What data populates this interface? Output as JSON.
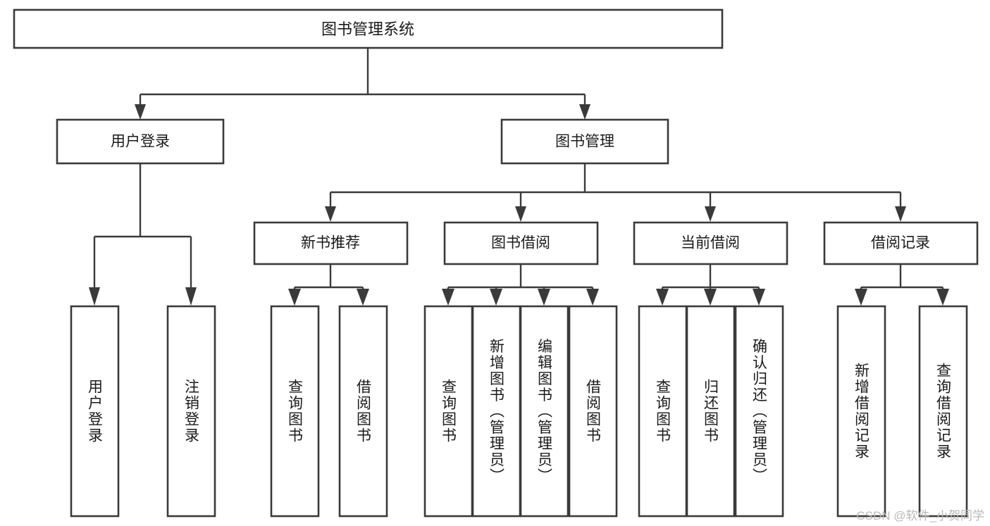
{
  "diagram": {
    "title": "图书管理系统",
    "type": "tree-hierarchy",
    "root": {
      "label": "图书管理系统"
    },
    "level1": [
      {
        "label": "用户登录"
      },
      {
        "label": "图书管理"
      }
    ],
    "level2": [
      {
        "label": "新书推荐"
      },
      {
        "label": "图书借阅"
      },
      {
        "label": "当前借阅"
      },
      {
        "label": "借阅记录"
      }
    ],
    "leaves": {
      "user_login": [
        {
          "label": "用户登录"
        },
        {
          "label": "注销登录"
        }
      ],
      "new_book_recommend": [
        {
          "label": "查询图书"
        },
        {
          "label": "借阅图书"
        }
      ],
      "book_borrow": [
        {
          "label": "查询图书"
        },
        {
          "label": "新增图书（管理员）"
        },
        {
          "label": "编辑图书（管理员）"
        },
        {
          "label": "借阅图书"
        }
      ],
      "current_borrow": [
        {
          "label": "查询图书"
        },
        {
          "label": "归还图书"
        },
        {
          "label": "确认归还（管理员）"
        }
      ],
      "borrow_record": [
        {
          "label": "新增借阅记录"
        },
        {
          "label": "查询借阅记录"
        }
      ]
    }
  },
  "watermark": {
    "text": "CSDN @软件_小贺同学"
  },
  "colors": {
    "box_stroke": "#3a3a3a",
    "box_fill": "#ffffff",
    "text": "#1a1a1a",
    "watermark": "#b9b9b9",
    "background": "#ffffff"
  }
}
